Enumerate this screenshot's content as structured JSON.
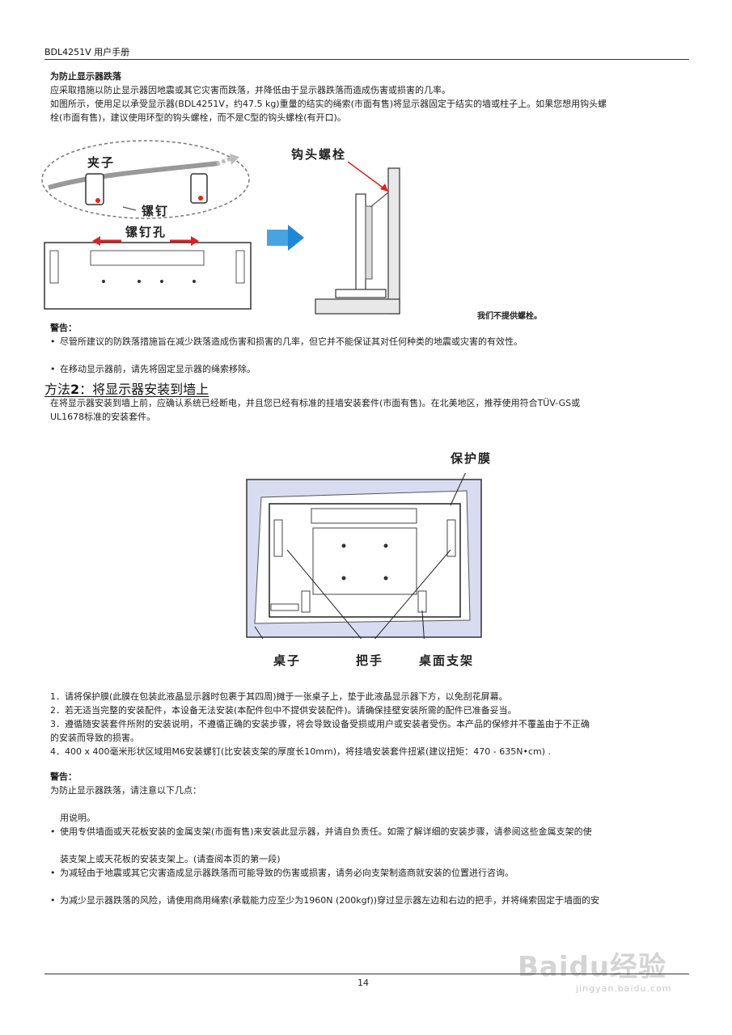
{
  "header": {
    "title": "BDL4251V 用户手册"
  },
  "section1": {
    "heading": "为防止显示器跌落",
    "lines": [
      "应采取措施以防止显示器因地震或其它灾害而跌落，并降低由于显示器跌落而造成伤害或损害的几率。",
      "如图所示，使用足以承受显示器(BDL4251V，约47.5  kg)重量的结实的绳索(市面有售)将显示器固定于结实的墙或柱子上。如果您想用钩头螺",
      "栓(市面有售)，建议使用环型的钩头螺栓，而不是C型的钩头螺栓(有开口)。"
    ]
  },
  "figure1": {
    "clip_label": "夹子",
    "screw_label": "镙钉",
    "hole_label": "镙钉孔",
    "hook_label": "钩头螺栓",
    "note": "我们不提供螺栓。"
  },
  "warning1": {
    "title": "警告：",
    "items": [
      "尽管所建议的防跌落措施旨在减少跌落造成伤害和损害的几率，但它并不能保证其对任何种类的地震或灾害的有效性。",
      "在移动显示器前，请先将固定显示器的绳索移除。"
    ]
  },
  "method2": {
    "title_prefix": "方法",
    "title_num": "2",
    "title_rest": "：将显示器安装到墙上",
    "intro": [
      "在将显示器安装到墙上前，应确认系统已经断电，并且您已经有标准的挂墙安装套件(市面有售)。在北美地区，推荐使用符合TÜV-GS或",
      "UL1678标准的安装套件。"
    ]
  },
  "figure2": {
    "film_label": "保护膜",
    "desk_label": "桌子",
    "handle_label": "把手",
    "stand_label": "桌面支架"
  },
  "steps": [
    "1．请将保护膜(此膜在包装此液晶显示器时包裹于其四周)摊于一张桌子上，垫于此液晶显示器下方，以免刮花屏幕。",
    "2．若无适当完整的安装配件，本设备无法安装(本配件包中不提供安装配件)。请确保挂壁安装所需的配件已准备妥当。",
    "3．遵循随安装套件所附的安装说明，不遵循正确的安装步骤，将会导致设备受损或用户或安装者受伤。本产品的保修并不覆盖由于不正确",
    "的安装而导致的损害。",
    "4．400 x 400毫米形状区域用M6安装螺钉(比安装支架的厚度长10mm)，将挂墙安装套件扭紧(建议扭矩：470 - 635N•cm) ."
  ],
  "warning2": {
    "title": "警告：",
    "intro": "为防止显示器跌落，请注意以下几点：",
    "items": [
      [
        "使用专供墙面或天花板安装的金属支架(市面有售)来安装此显示器，并请自负责任。如需了解详细的安装步骤，请参阅这些金属支架的使",
        "用说明。"
      ],
      [
        "为减轻由于地震或其它灾害造成显示器跌落而可能导致的伤害或损害，请务必向支架制造商就安装的位置进行咨询。"
      ],
      [
        "为减少显示器跌落的风险，请使用商用绳索(承载能力应至少为1960N  (200kgf))穿过显示器左边和右边的把手，并将绳索固定于墙面的安",
        "装支架上或天花板的安装支架上。(请查阅本页的第一段)"
      ]
    ]
  },
  "footer": {
    "page_number": "14"
  },
  "watermark": {
    "brand": "Baidu经验",
    "url": "jingyan.baidu.com"
  }
}
